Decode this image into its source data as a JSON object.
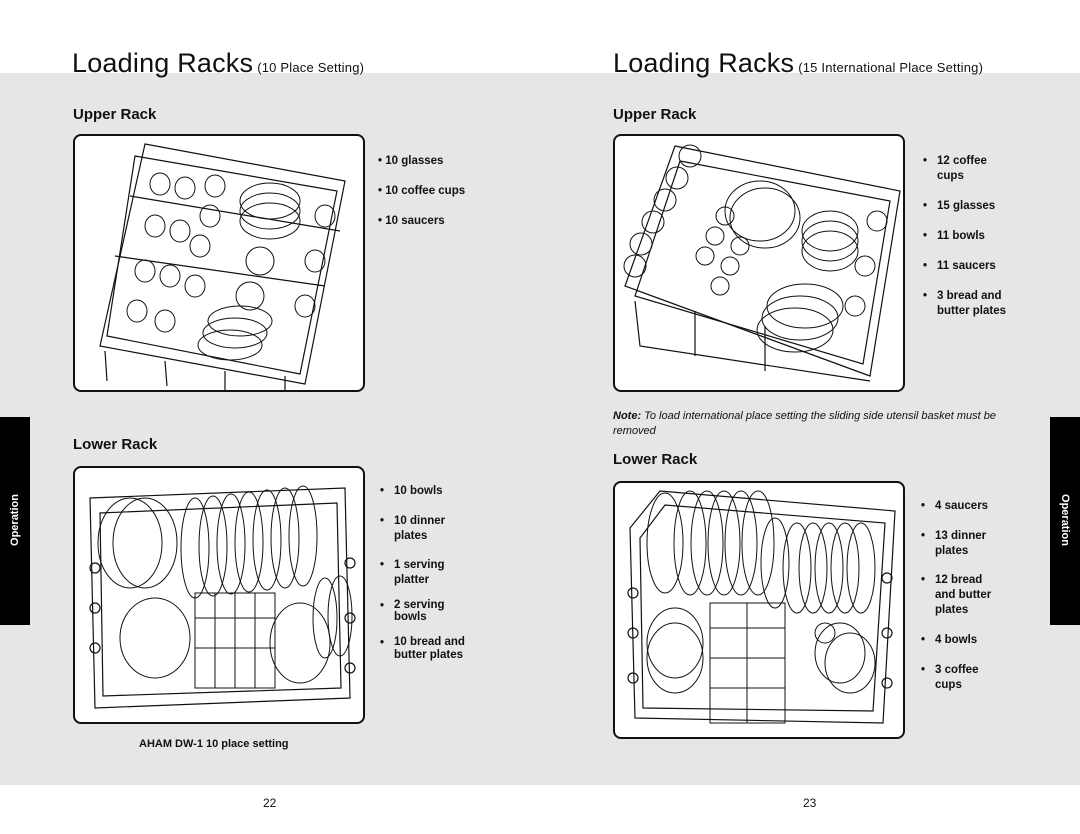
{
  "left_page": {
    "title": "Loading Racks",
    "title_sub": "(10 Place Setting)",
    "upper_rack": {
      "heading": "Upper Rack",
      "items": [
        "10 glasses",
        "10 coffee cups",
        "10 saucers"
      ]
    },
    "lower_rack": {
      "heading": "Lower Rack",
      "items": [
        "10 bowls",
        "10 dinner plates",
        "1 serving platter",
        "2 serving bowls",
        "10 bread and butter plates"
      ]
    },
    "caption": "AHAM DW-1 10 place setting",
    "page_number": "22",
    "side_tab": "Operation"
  },
  "right_page": {
    "title": "Loading Racks",
    "title_sub": "(15 International Place Setting)",
    "upper_rack": {
      "heading": "Upper Rack",
      "items": [
        "12 coffee cups",
        "15 glasses",
        "11 bowls",
        "11 saucers",
        "3 bread and butter plates"
      ]
    },
    "note_label": "Note:",
    "note_text": "To load international place setting the sliding side utensil basket must be removed",
    "lower_rack": {
      "heading": "Lower Rack",
      "items": [
        "4 saucers",
        "13 dinner plates",
        "12 bread and butter plates",
        "4 bowls",
        "3 coffee cups"
      ]
    },
    "page_number": "23",
    "side_tab": "Operation"
  },
  "bullet": "•",
  "colors": {
    "band": "#e6e6e6",
    "tab": "#000000",
    "line": "#111111"
  }
}
